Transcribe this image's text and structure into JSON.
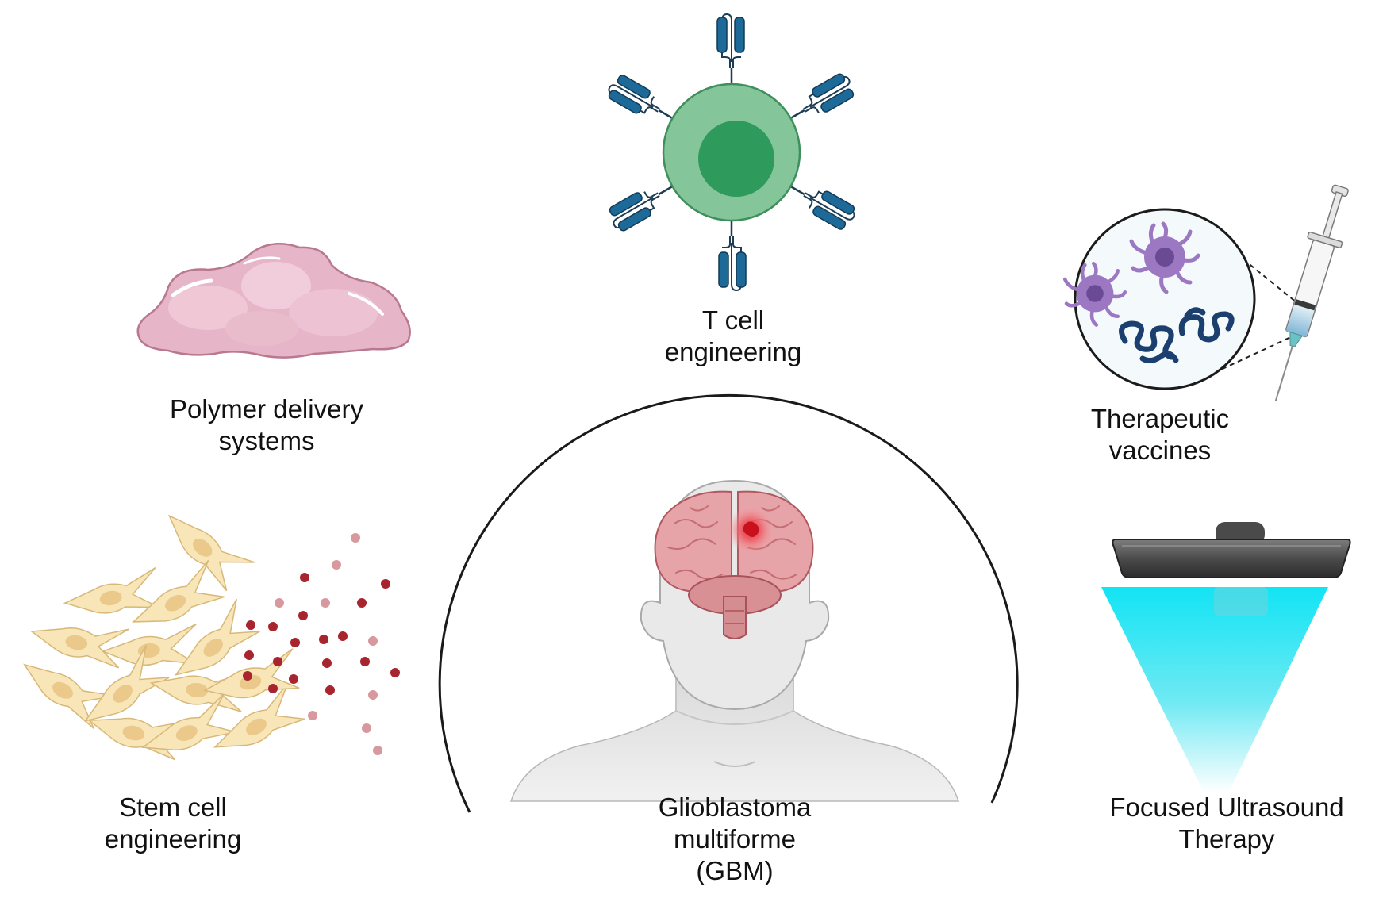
{
  "labels": {
    "tcell": {
      "line1": "T cell",
      "line2": "engineering"
    },
    "polymer": {
      "line1": "Polymer delivery",
      "line2": "systems"
    },
    "vaccines": {
      "line1": "Therapeutic",
      "line2": "vaccines"
    },
    "stemcell": {
      "line1": "Stem cell",
      "line2": "engineering"
    },
    "gbm": {
      "line1": "Glioblastoma",
      "line2": "multiforme",
      "line3": "(GBM)"
    },
    "ultrasound": {
      "line1": "Focused Ultrasound",
      "line2": "Therapy"
    }
  },
  "icons": {
    "tcell": "t-cell-icon",
    "polymer": "polymer-blob-icon",
    "vaccine": "vaccine-syringe-icon",
    "stem": "stem-cells-icon",
    "head": "human-head-brain-icon",
    "ultrasound": "ultrasound-transducer-icon"
  },
  "colors": {
    "tcell_body": "#85c59a",
    "tcell_nucleus": "#2e9a5b",
    "receptor": "#1d6a99",
    "polymer": "#e6b6c8",
    "dendritic": "#8e67b3",
    "ultrasound_beam": "#19e6f5",
    "tumor": "#d9232f"
  }
}
